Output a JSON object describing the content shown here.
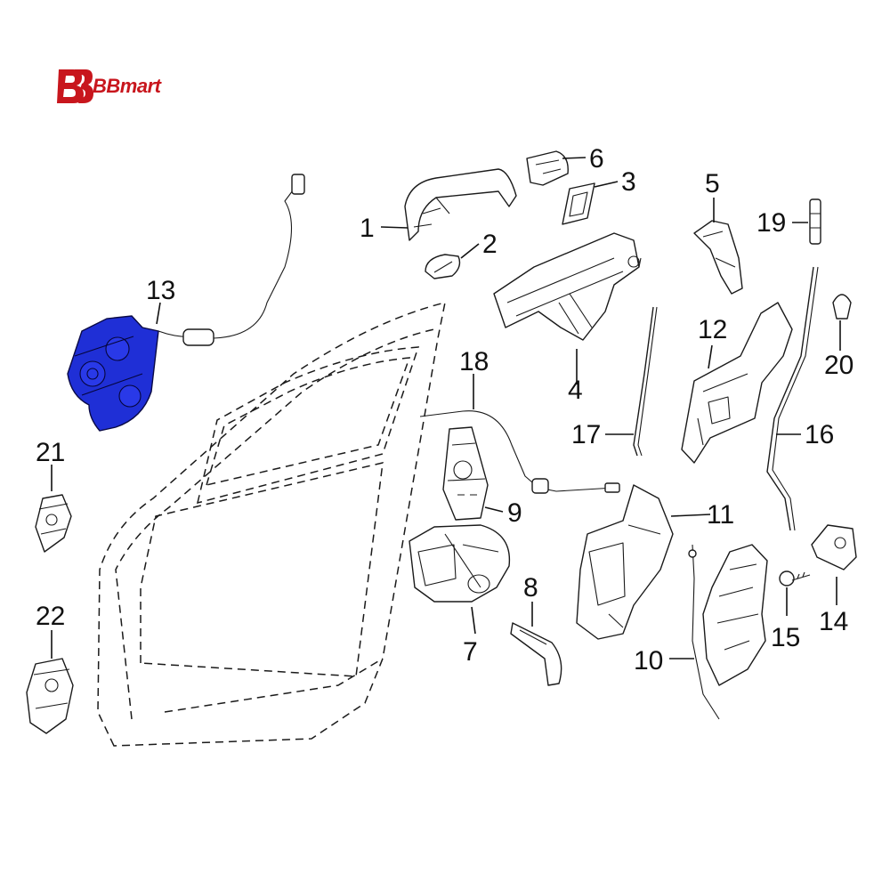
{
  "brand": {
    "name": "BBmart",
    "logo_icon": "bb-monogram-icon",
    "color": "#c8161d"
  },
  "highlight_color": "#1f2fd6",
  "callouts": [
    "1",
    "2",
    "3",
    "4",
    "5",
    "6",
    "7",
    "8",
    "9",
    "10",
    "11",
    "12",
    "13",
    "14",
    "15",
    "16",
    "17",
    "18",
    "19",
    "20",
    "21",
    "22"
  ],
  "highlighted_part": "13"
}
